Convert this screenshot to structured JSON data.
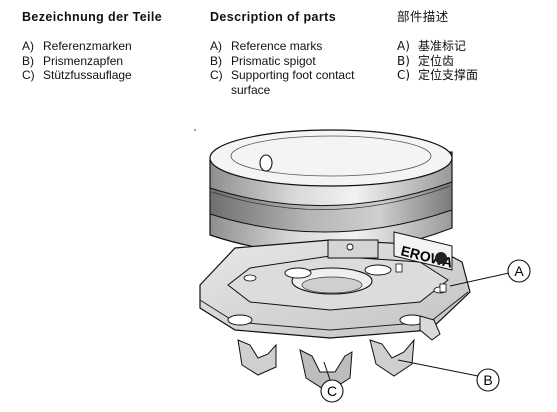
{
  "legend": {
    "german": {
      "heading": "Bezeichnung der Teile",
      "items": [
        {
          "key": "A)",
          "text": "Referenzmarken"
        },
        {
          "key": "B)",
          "text": "Prismenzapfen"
        },
        {
          "key": "C)",
          "text": "Stützfussauflage"
        }
      ]
    },
    "english": {
      "heading": "Description of parts",
      "items": [
        {
          "key": "A)",
          "text": "Reference marks"
        },
        {
          "key": "B)",
          "text": "Prismatic spigot"
        },
        {
          "key": "C)",
          "text": "Supporting foot contact surface"
        }
      ]
    },
    "chinese": {
      "heading": "部件描述",
      "items": [
        {
          "key": "A)",
          "text": "基准标记"
        },
        {
          "key": "B)",
          "text": "定位齿"
        },
        {
          "key": "C)",
          "text": "定位支撑面"
        }
      ]
    }
  },
  "figure": {
    "brand_text": "EROWA",
    "callouts": [
      {
        "letter": "A"
      },
      {
        "letter": "B"
      },
      {
        "letter": "C"
      }
    ]
  }
}
